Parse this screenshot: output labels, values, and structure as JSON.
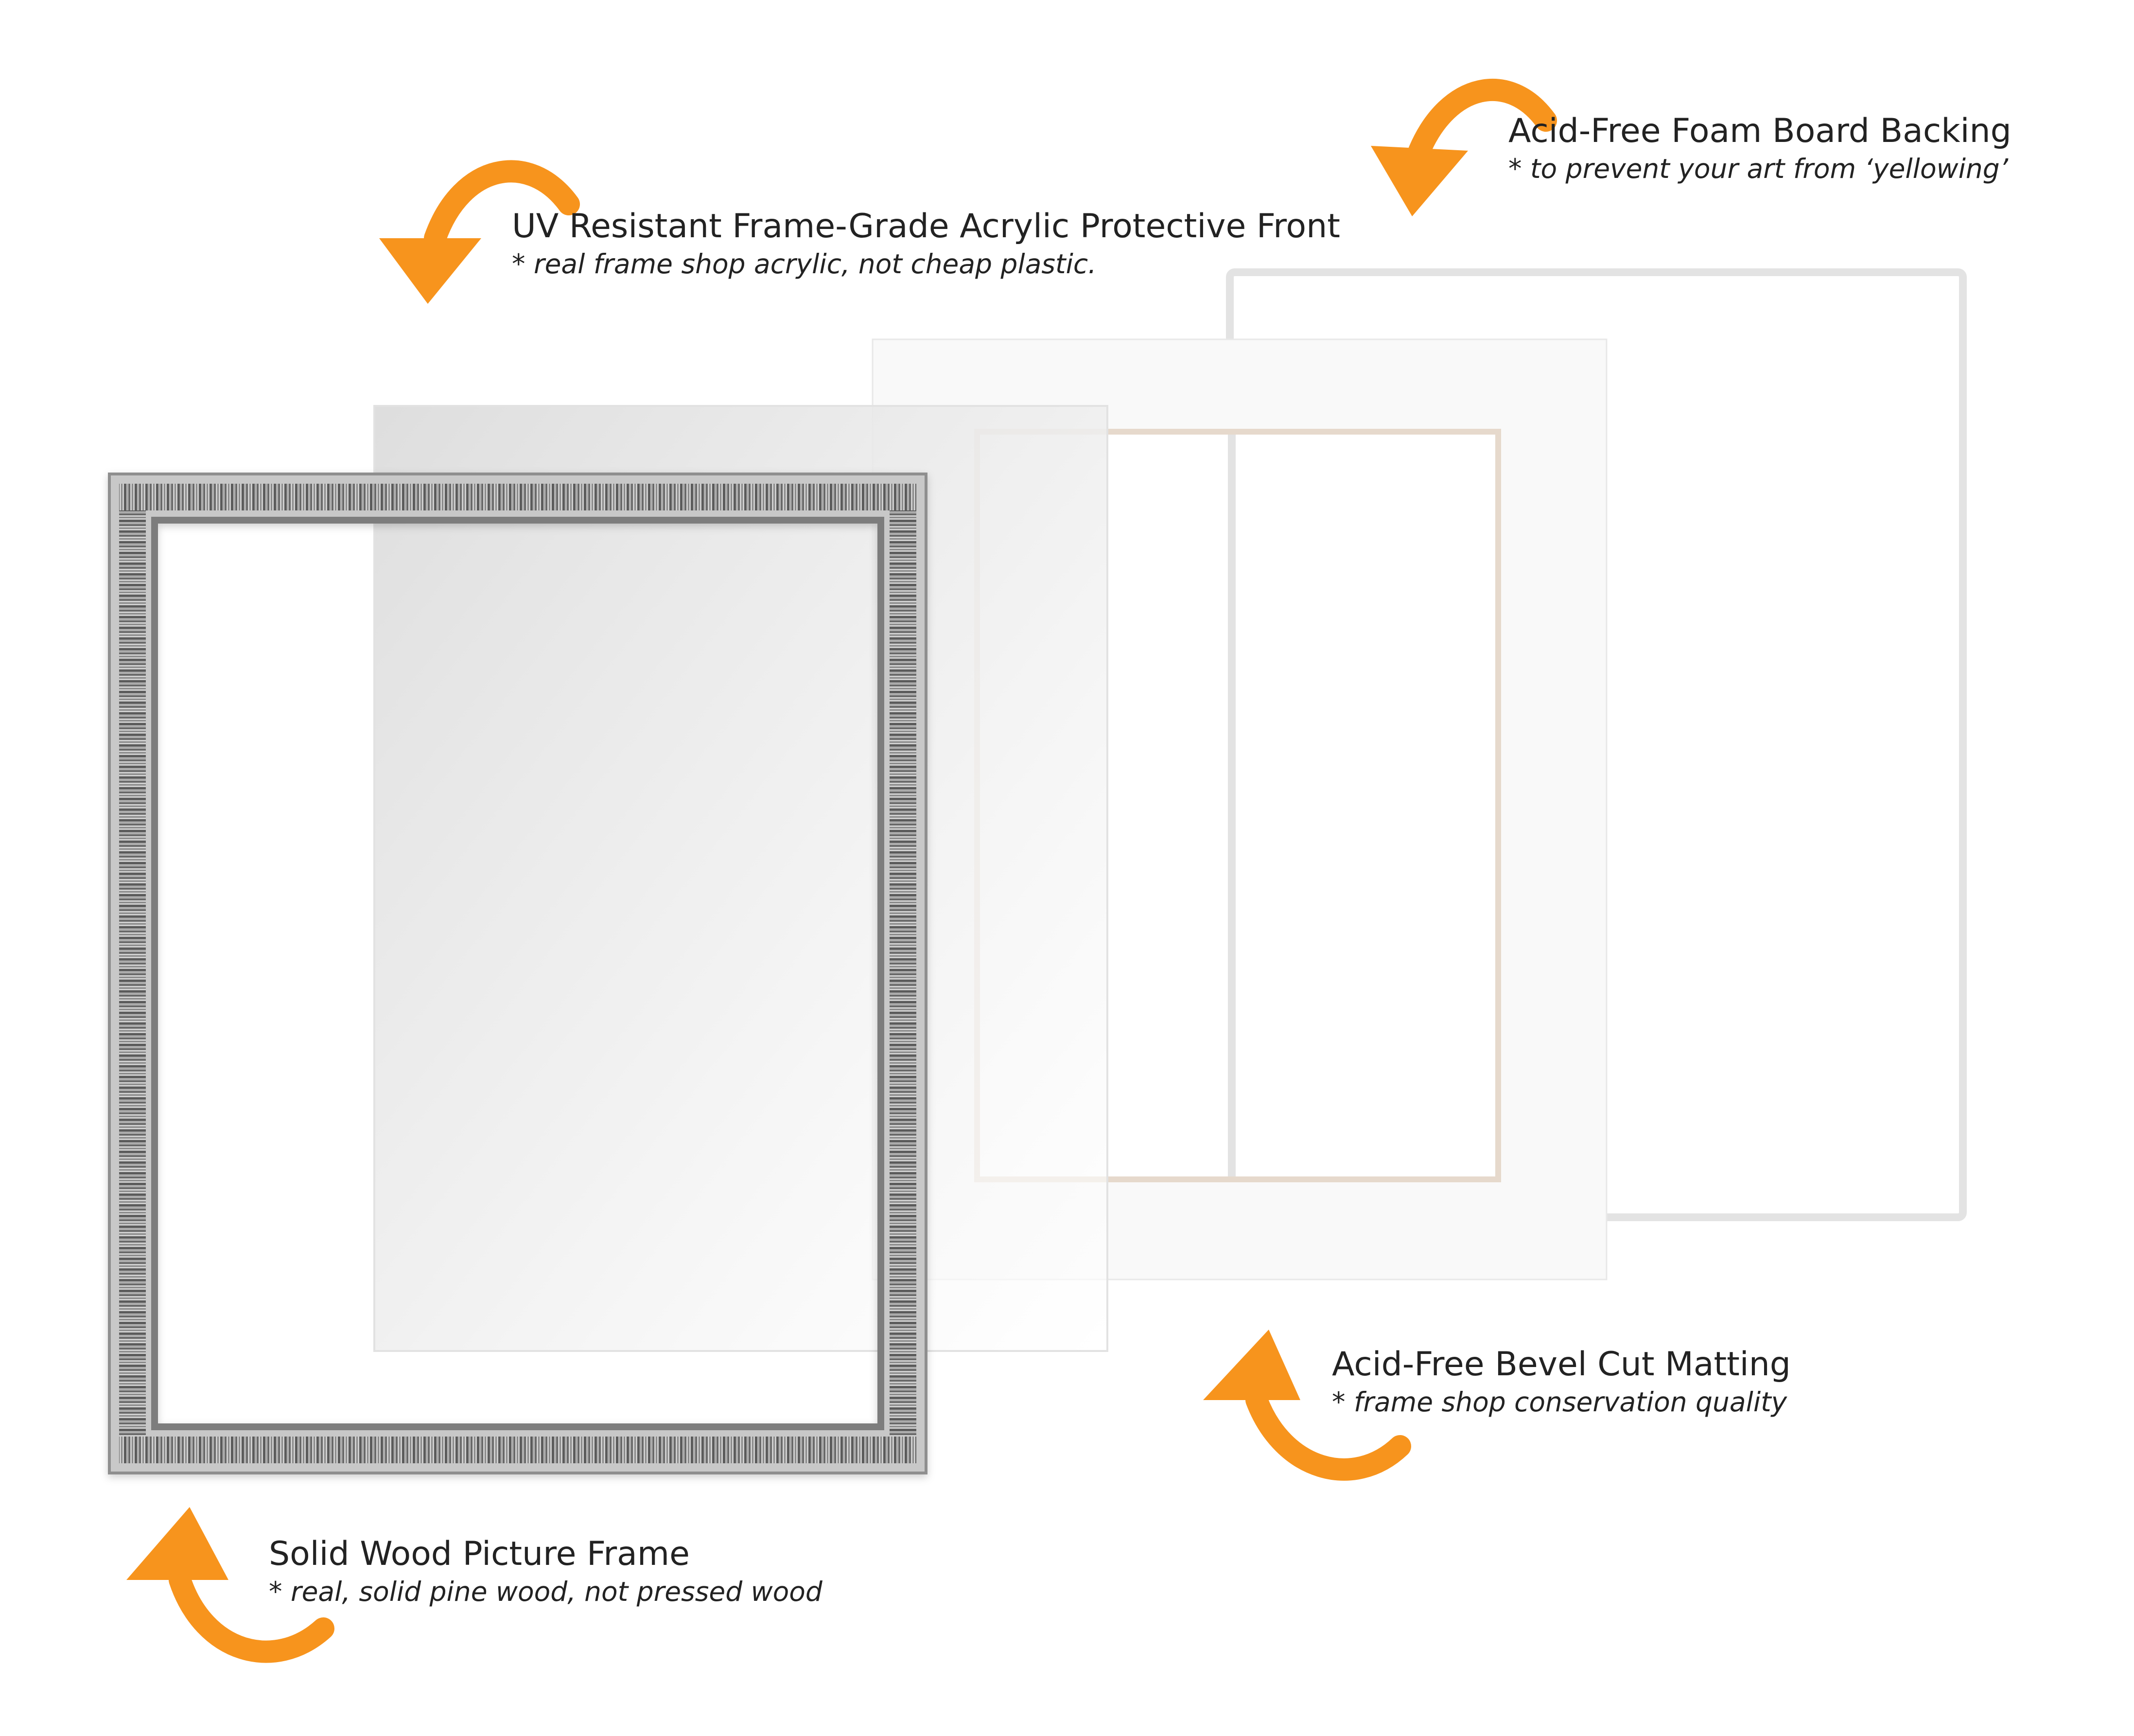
{
  "colors": {
    "arrow": "#f7941d",
    "text": "#222222",
    "frame_silver": "#9a9a9a",
    "acrylic_gray": "#e6e6e6",
    "mat_white": "#fafafa",
    "backing_border": "#e3e3e3"
  },
  "labels": {
    "foam_board": {
      "title": "Acid-Free Foam Board Backing",
      "note": "* to prevent your art from ‘yellowing’"
    },
    "acrylic": {
      "title": "UV Resistant Frame-Grade Acrylic Protective Front",
      "note": "* real frame shop acrylic, not cheap plastic."
    },
    "matting": {
      "title": "Acid-Free Bevel Cut Matting",
      "note": "* frame shop conservation quality"
    },
    "frame": {
      "title": "Solid Wood Picture Frame",
      "note": "* real, solid pine wood, not pressed wood"
    }
  },
  "icons": {
    "foam_board_arrow": "curved-arrow-icon",
    "acrylic_arrow": "curved-arrow-icon",
    "matting_arrow": "curved-arrow-icon",
    "frame_arrow": "curved-arrow-icon"
  }
}
